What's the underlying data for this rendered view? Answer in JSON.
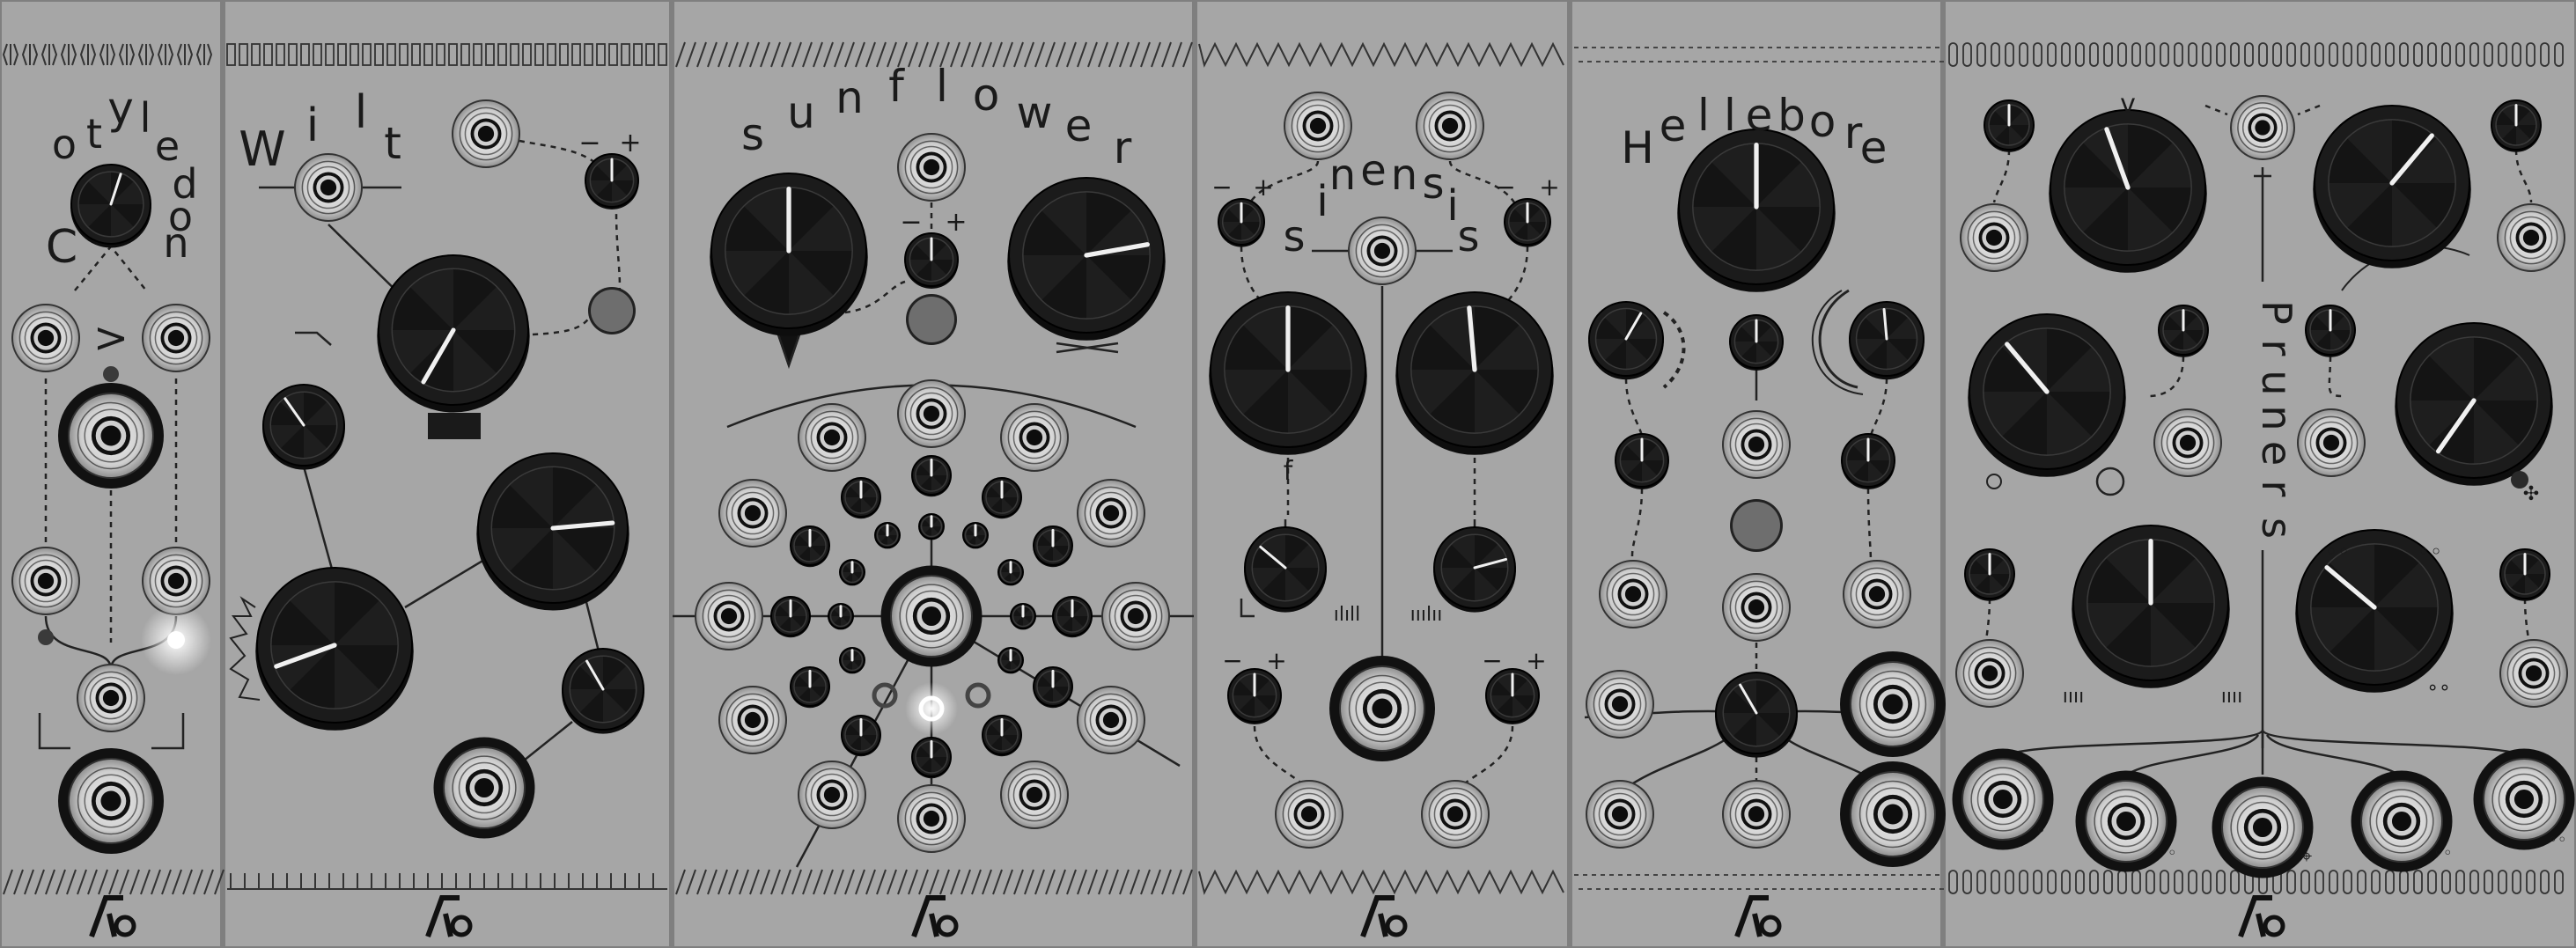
{
  "rack": {
    "modules": [
      {
        "name": "Cotyledon",
        "letters": [
          "C",
          "o",
          "t",
          "y",
          "l",
          "e",
          "d",
          "o",
          "n"
        ],
        "comparator": ">"
      },
      {
        "name": "Wilt",
        "letters": [
          "W",
          "i",
          "l",
          "t"
        ]
      },
      {
        "name": "sunflower",
        "letters": [
          "s",
          "u",
          "n",
          "f",
          "l",
          "o",
          "w",
          "e",
          "r"
        ]
      },
      {
        "name": "sinensis",
        "letters": [
          "s",
          "i",
          "n",
          "e",
          "n",
          "s",
          "i",
          "s"
        ]
      },
      {
        "name": "Hellebore",
        "letters": [
          "H",
          "e",
          "l",
          "l",
          "e",
          "b",
          "o",
          "r",
          "e"
        ]
      },
      {
        "name": "Pruners",
        "letters": [
          "P",
          "r",
          "u",
          "n",
          "e",
          "r",
          "s"
        ]
      }
    ],
    "symbols": {
      "minus": "−",
      "plus": "+",
      "logo": "logo-icon"
    },
    "colors": {
      "panel": "#a6a6a6",
      "panel_edge": "#7f7f7f",
      "knob": "#1b1b1b",
      "indicator": "#f0f0f0",
      "led_on": "#ffffff",
      "led_off": "#3a3a3a"
    }
  }
}
